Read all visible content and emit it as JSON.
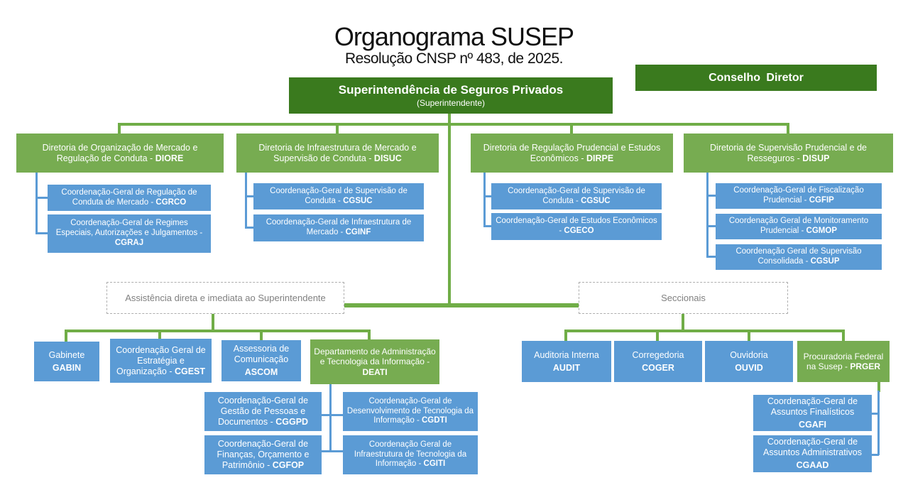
{
  "title": "Organograma SUSEP",
  "subtitle": "Resolução CNSP nº 483, de 2025.",
  "colors": {
    "dark_green": "#3A7A1E",
    "green": "#77AC51",
    "blue": "#5B9BD5",
    "line_green": "#70AD47",
    "line_blue": "#5B9BD5",
    "dash_border": "#ADADAD",
    "dash_text": "#808080"
  },
  "root": {
    "title": "Superintendência de Seguros Privados",
    "subtitle": "(Superintendente)"
  },
  "conselho": {
    "label": "Conselho Diretor"
  },
  "nodes": {
    "diore": {
      "text": "Diretoria de Organização de Mercado e Regulação de Conduta - ",
      "acronym": "DIORE"
    },
    "disuc": {
      "text": "Diretoria de Infraestrutura de Mercado e Supervisão de Conduta - ",
      "acronym": "DISUC"
    },
    "dirpe": {
      "text": "Diretoria de Regulação Prudencial e Estudos Econômicos - ",
      "acronym": "DIRPE"
    },
    "disup": {
      "text": "Diretoria de Supervisão Prudencial e de Resseguros - ",
      "acronym": "DISUP"
    },
    "cgrco": {
      "text": "Coordenação-Geral de Regulação de Conduta de Mercado - ",
      "acronym": "CGRCO"
    },
    "cgraj": {
      "text": "Coordenação-Geral de Regimes Especiais, Autorizações e Julgamentos - ",
      "acronym": "CGRAJ"
    },
    "cgsuc_disuc": {
      "text": "Coordenação-Geral de Supervisão de Conduta - ",
      "acronym": "CGSUC"
    },
    "cginf": {
      "text": "Coordenação-Geral de Infraestrutura de Mercado - ",
      "acronym": "CGINF"
    },
    "cgsuc_dirpe": {
      "text": "Coordenação-Geral de Supervisão de Conduta - ",
      "acronym": "CGSUC"
    },
    "cgeco": {
      "text": "Coordenação-Geral de Estudos Econômicos - ",
      "acronym": "CGECO"
    },
    "cgfip": {
      "text": "Coordenação-Geral de Fiscalização Prudencial - ",
      "acronym": "CGFIP"
    },
    "cgmop": {
      "text": "Coordenação Geral de Monitoramento Prudencial - ",
      "acronym": "CGMOP"
    },
    "cgsup": {
      "text": "Coordenação Geral de Supervisão Consolidada - ",
      "acronym": "CGSUP"
    },
    "assistencia": {
      "text": "Assistência direta e imediata ao Superintendente"
    },
    "seccionais": {
      "text": "Seccionais"
    },
    "gabin": {
      "text": "Gabinete",
      "acronym": "GABIN"
    },
    "cgest": {
      "text": "Coordenação Geral de Estratégia e Organização - ",
      "acronym": "CGEST"
    },
    "ascom": {
      "text": "Assessoria de Comunicação",
      "acronym": "ASCOM"
    },
    "deati": {
      "text": "Departamento de Administração e Tecnologia da Informação - ",
      "acronym": "DEATI"
    },
    "cggpd": {
      "text": "Coordenação-Geral de Gestão de Pessoas e Documentos - ",
      "acronym": "CGGPD"
    },
    "cgfop": {
      "text": "Coordenação-Geral de Finanças, Orçamento e Patrimônio - ",
      "acronym": "CGFOP"
    },
    "cgdti": {
      "text": "Coordenação-Geral de Desenvolvimento de Tecnologia da Informação - ",
      "acronym": "CGDTI"
    },
    "cgiti": {
      "text": "Coordenação Geral de Infraestrutura de Tecnologia da Informação - ",
      "acronym": "CGITI"
    },
    "audit": {
      "text": "Auditoria Interna",
      "acronym": "AUDIT"
    },
    "coger": {
      "text": "Corregedoria",
      "acronym": "COGER"
    },
    "ouvid": {
      "text": "Ouvidoria",
      "acronym": "OUVID"
    },
    "prger": {
      "text": "Procuradoria Federal na Susep - ",
      "acronym": "PRGER"
    },
    "cgafi": {
      "text": "Coordenação-Geral de Assuntos Finalísticos",
      "acronym": "CGAFI"
    },
    "cgaad": {
      "text": "Coordenação-Geral de Assuntos Administrativos",
      "acronym": "CGAAD"
    }
  }
}
